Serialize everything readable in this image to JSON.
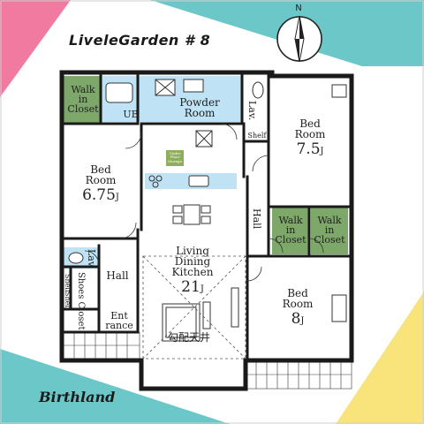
{
  "header": {
    "title": "LiveleGarden # 8"
  },
  "footer": {
    "brand": "Birthland"
  },
  "compass": {
    "label": "N"
  },
  "colors": {
    "pink": "#f07aa0",
    "teal": "#6cc7c9",
    "yellow": "#f8e47a",
    "water": "#bfe3f4",
    "closet": "#7ea86a",
    "wall": "#1a1a1a"
  },
  "rooms": {
    "walk_in_closet_nw": {
      "line1": "Walk",
      "line2": "in",
      "line3": "Closet"
    },
    "ub": {
      "label": "UB"
    },
    "powder_room": {
      "line1": "Powder",
      "line2": "Room"
    },
    "lav_top": {
      "label": "Lav."
    },
    "shelf_top": {
      "label": "Shelf"
    },
    "bed_ne": {
      "line1": "Bed",
      "line2": "Room",
      "size": "7.5",
      "unit": "J"
    },
    "bed_w": {
      "line1": "Bed",
      "line2": "Room",
      "size": "6.75",
      "unit": "J"
    },
    "hall_right": {
      "label": "Hall"
    },
    "walk_in_closet_c": {
      "line1": "Walk",
      "line2": "in",
      "line3": "Closet"
    },
    "walk_in_closet_e": {
      "line1": "Walk",
      "line2": "in",
      "line3": "Closet"
    },
    "ldk": {
      "line1": "Living",
      "line2": "Dining",
      "line3": "Kitchen",
      "size": "21",
      "unit": "J"
    },
    "lav_left": {
      "label": "Lav."
    },
    "hall_left": {
      "label": "Hall"
    },
    "shelf_left_1": {
      "label": "Shelf"
    },
    "shelf_left_2": {
      "label": "Shelf"
    },
    "shoes_closet": {
      "label": "Shoes Closet"
    },
    "entrance": {
      "line1": "Ent",
      "line2": "rance"
    },
    "bed_se": {
      "line1": "Bed",
      "line2": "Room",
      "size": "8",
      "unit": "J"
    },
    "ceiling": {
      "label": "勾配天井"
    },
    "fridge": {
      "label": "Under Floor Storage"
    }
  }
}
